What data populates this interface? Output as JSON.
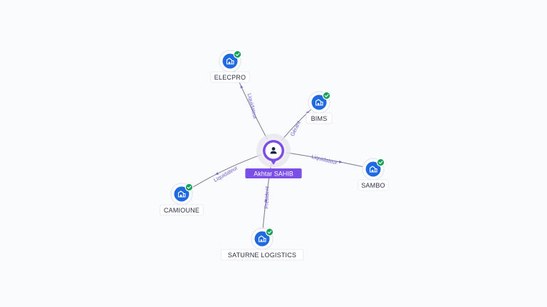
{
  "person": {
    "name": "Akhtar SAHIB",
    "icon": "person-icon",
    "color": "#7b4ee6"
  },
  "companies": [
    {
      "id": "elecpro",
      "name": "ELECPRO",
      "relation": "Liquidateur",
      "icon": "building-icon",
      "verified": true
    },
    {
      "id": "bims",
      "name": "BIMS",
      "relation": "Gérant",
      "icon": "building-icon",
      "verified": true
    },
    {
      "id": "sambo",
      "name": "SAMBO",
      "relation": "Liquidateur",
      "icon": "building-icon",
      "verified": true
    },
    {
      "id": "saturne",
      "name": "SATURNE LOGISTICS",
      "relation": "Président",
      "icon": "building-icon",
      "verified": true
    },
    {
      "id": "camioune",
      "name": "CAMIOUNE",
      "relation": "Liquidateur",
      "icon": "building-icon",
      "verified": true
    }
  ],
  "colors": {
    "company": "#1f6ae0",
    "verified": "#16a05a",
    "edge_label": "#6e5fd3"
  }
}
